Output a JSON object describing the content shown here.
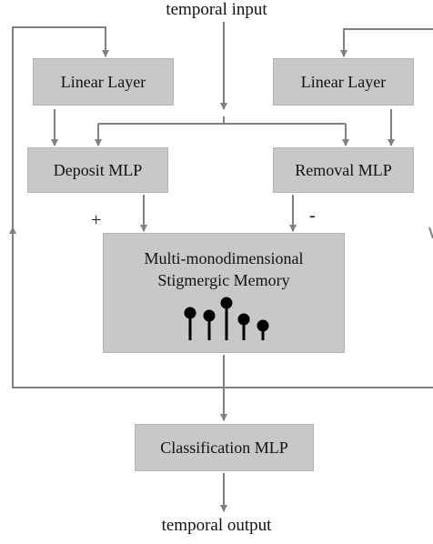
{
  "diagram": {
    "input_label": "temporal input",
    "output_label": "temporal output",
    "left_linear": "Linear Layer",
    "right_linear": "Linear Layer",
    "deposit": "Deposit MLP",
    "removal": "Removal MLP",
    "plus": "+",
    "minus": "-",
    "memory_line1": "Multi-monodimensional",
    "memory_line2": "Stigmergic Memory",
    "classification": "Classification MLP",
    "memory_icon": "stigmergic-pins-icon"
  }
}
